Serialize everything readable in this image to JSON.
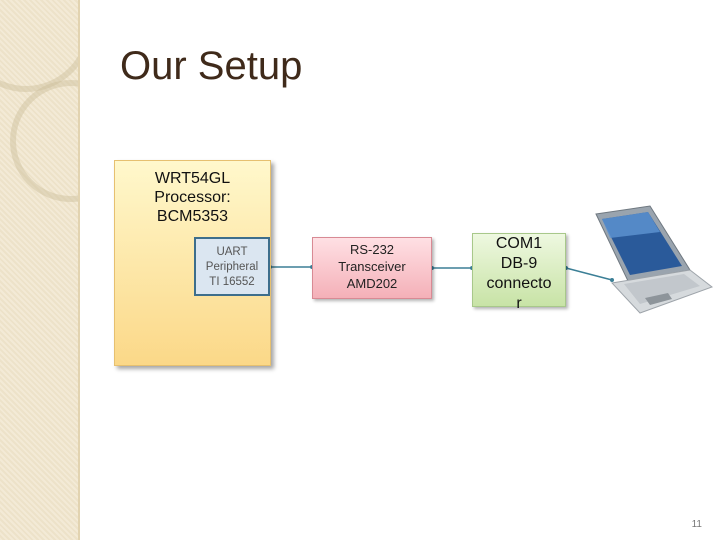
{
  "slide": {
    "title": "Our Setup",
    "page_number": "11"
  },
  "diagram": {
    "processor_box": {
      "lines": [
        "WRT54GL",
        "Processor:",
        "BCM5353"
      ]
    },
    "uart_box": {
      "lines": [
        "UART",
        "Peripheral",
        "TI 16552"
      ]
    },
    "transceiver_box": {
      "lines": [
        "RS-232",
        "Transceiver",
        "AMD202"
      ]
    },
    "connector_box": {
      "lines": [
        "COM1",
        "DB-9",
        "connecto",
        "r"
      ]
    },
    "laptop_icon": "laptop-icon"
  },
  "colors": {
    "title": "#3f2a1a",
    "connector_line": "#3b7f96",
    "processor_fill": "#fbd888",
    "transceiver_fill": "#f4b0b8",
    "connector_fill": "#c8e3a6",
    "uart_fill": "#dbe6f1"
  }
}
